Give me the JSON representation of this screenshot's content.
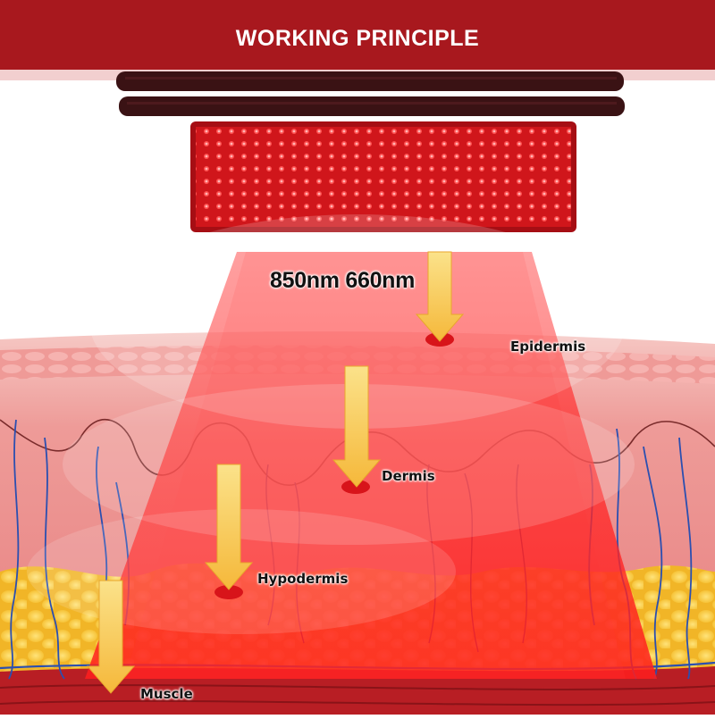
{
  "header": {
    "title": "WORKING PRINCIPLE"
  },
  "wavelength_label": "850nm 660nm",
  "layers": {
    "epidermis": "Epidermis",
    "dermis": "Dermis",
    "hypodermis": "Hypodermis",
    "muscle": "Muscle"
  },
  "colors": {
    "brand_red": "#a8181e",
    "led_red": "#ff2a2a",
    "arrow_yellow": "#f6c343",
    "vein_blue": "#2b4fb0",
    "fat_yellow": "#f4c22f"
  },
  "icons": [
    "red-light-belt-icon",
    "strap-icon",
    "arrow-down-icon",
    "vein-icon"
  ]
}
